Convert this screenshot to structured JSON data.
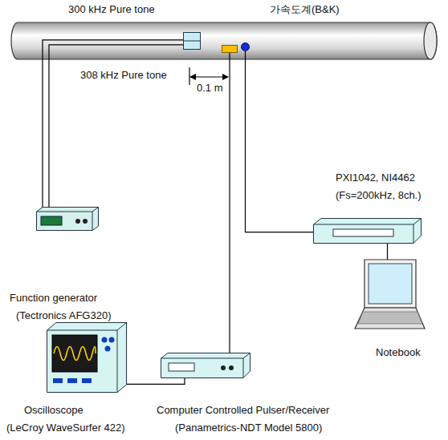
{
  "diagram": {
    "nodes": [
      {
        "text": [
          "300 kHz Pure tone"
        ]
      },
      {
        "text": [
          "308 kHz Pure tone"
        ]
      },
      {
        "text": [
          "가속도계(B&K)"
        ]
      },
      {
        "text": [
          "Function generator",
          "(Tectronics AFG320)"
        ]
      },
      {
        "text": [
          "PXI1042, NI4462",
          "(Fs=200kHz, 8ch.)"
        ]
      },
      {
        "text": [
          "Notebook"
        ]
      },
      {
        "text": [
          "Oscilloscope",
          "(LeCroy WaveSurfer 422)"
        ]
      },
      {
        "text": [
          "Computer Controlled Pulser/Receiver",
          "(Panametrics-NDT Model 5800)"
        ]
      }
    ],
    "edges": [
      {
        "from": 0,
        "to": 3,
        "arrow": "none"
      },
      {
        "from": 1,
        "to": 7,
        "arrow": "none"
      },
      {
        "from": 2,
        "to": 4,
        "arrow": "none"
      },
      {
        "from": 4,
        "to": 5,
        "arrow": "none"
      },
      {
        "from": 6,
        "to": 7,
        "arrow": "none"
      }
    ],
    "labels": [
      "0.1 m"
    ]
  }
}
